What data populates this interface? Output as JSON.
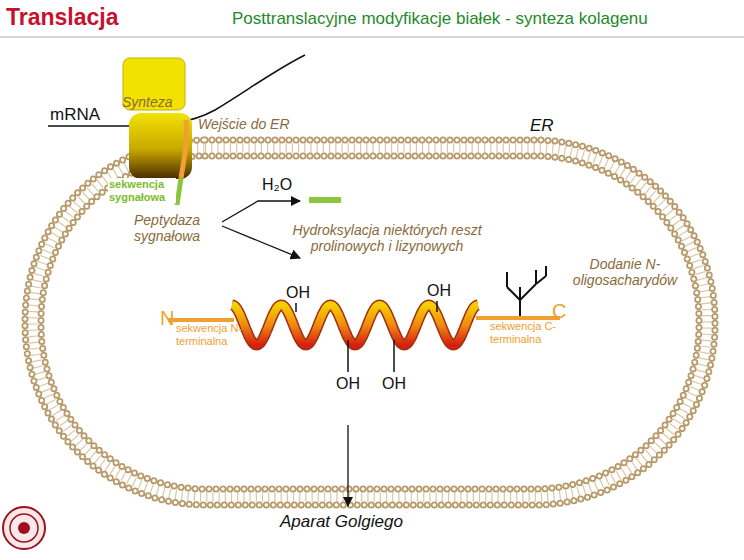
{
  "diagram": {
    "title": "Translacja",
    "labels": [
      "Posttranslacyjne modyfikacje białek - synteza kolagenu",
      "mRNA",
      "Synteza",
      "Wejście do ER",
      "ER",
      "sekwencja sygnałowa",
      "H₂O",
      "Peptydaza sygnałowa",
      "Hydroksylacja niektórych reszt prolinowych i lizynowych",
      "Dodanie N-oligosacharydów",
      "N",
      "sekwencja N-terminalna",
      "OH",
      "OH",
      "C",
      "sekwencja C-terminalna",
      "OH",
      "OH",
      "Aparat Golgiego"
    ]
  }
}
